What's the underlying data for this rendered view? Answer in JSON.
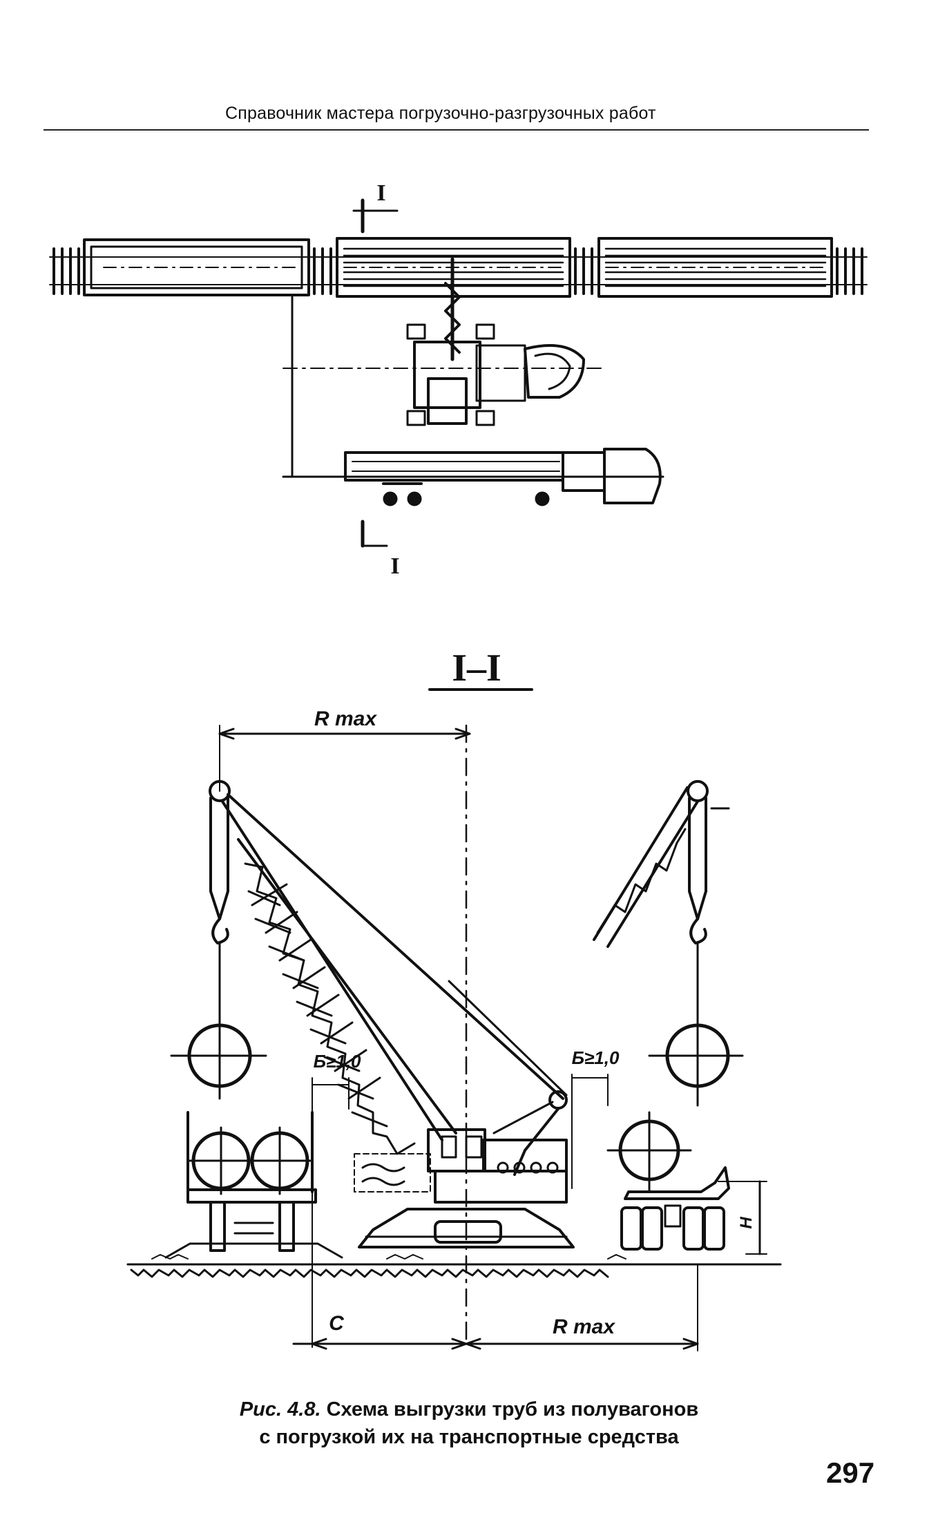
{
  "header": {
    "running_title": "Справочник мастера погрузочно-разгрузочных работ"
  },
  "figure": {
    "plan_section_mark": "I",
    "section_title": "I–I",
    "labels": {
      "reach_top": "R max",
      "reach_bottom": "R max",
      "clearance_c": "C",
      "dim_left": "Б≥1,0",
      "dim_right": "Б≥1,0",
      "height_dim": "Н"
    }
  },
  "caption": {
    "number": "Рис. 4.8.",
    "line1": "Схема выгрузки труб из полувагонов",
    "line2": "с погрузкой их на транспортные средства"
  },
  "page_number": "297"
}
